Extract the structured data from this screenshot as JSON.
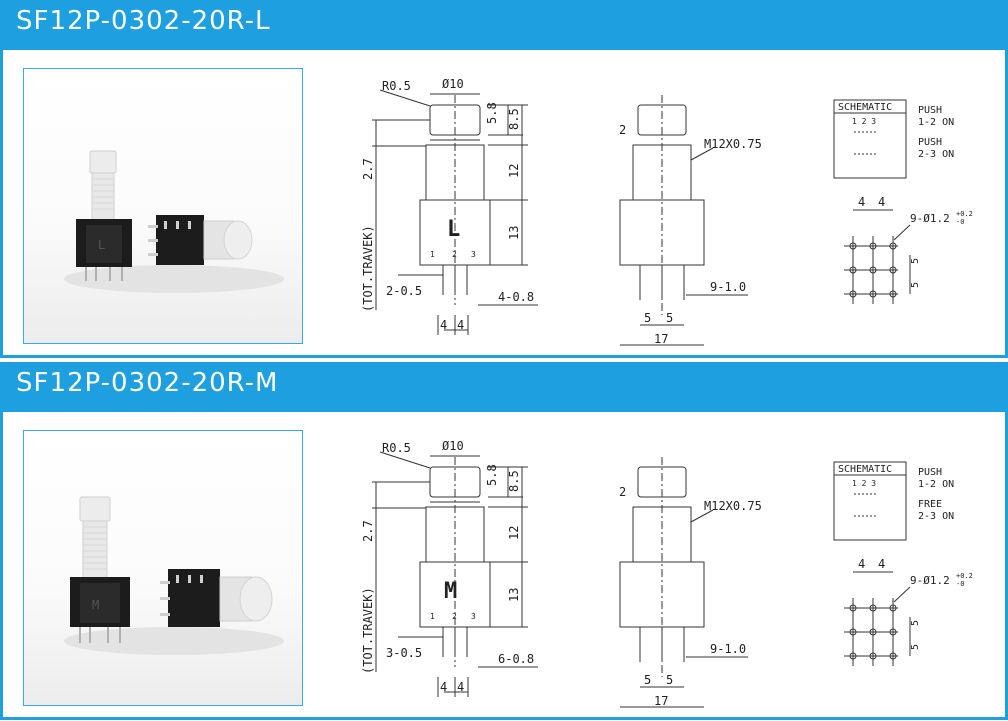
{
  "sections": [
    {
      "title": "SF12P-0302-20R-L",
      "letter": "L",
      "photo_letter": "L",
      "dims": {
        "r": "R0.5",
        "d10": "Ø10",
        "h58": "5.8",
        "h85": "8.5",
        "h12": "12",
        "h13": "13",
        "h27": "2.7",
        "travel": "(TOT.TRAVEK)",
        "pin_w": "2-0.5",
        "pin_t": "4-0.8",
        "pitch1": "4",
        "pitch2": "4",
        "thread": "M12X0.75",
        "two": "2",
        "pin_side": "9-1.0",
        "s5a": "5",
        "s5b": "5",
        "w17": "17",
        "hole": "9-Ø1.2",
        "tol": "+0.2",
        "tol0": "-0",
        "hp1": "4",
        "hp2": "4",
        "v5a": "5",
        "v5b": "5",
        "pin1": "1",
        "pin2": "2",
        "pin3": "3"
      },
      "schematic": {
        "title": "SCHEMATIC",
        "nums": "1  2  3",
        "push1": "PUSH",
        "state1": "1-2 ON",
        "push2": "PUSH",
        "state2": "2-3 ON"
      }
    },
    {
      "title": "SF12P-0302-20R-M",
      "letter": "M",
      "photo_letter": "M",
      "dims": {
        "r": "R0.5",
        "d10": "Ø10",
        "h58": "5.8",
        "h85": "8.5",
        "h12": "12",
        "h13": "13",
        "h27": "2.7",
        "travel": "(TOT.TRAVEK)",
        "pin_w": "3-0.5",
        "pin_t": "6-0.8",
        "pitch1": "4",
        "pitch2": "4",
        "thread": "M12X0.75",
        "two": "2",
        "pin_side": "9-1.0",
        "s5a": "5",
        "s5b": "5",
        "w17": "17",
        "hole": "9-Ø1.2",
        "tol": "+0.2",
        "tol0": "-0",
        "hp1": "4",
        "hp2": "4",
        "v5a": "5",
        "v5b": "5",
        "pin1": "1",
        "pin2": "2",
        "pin3": "3"
      },
      "schematic": {
        "title": "SCHEMATIC",
        "nums": "1  2  3",
        "push1": "PUSH",
        "state1": "1-2 ON",
        "push2": "FREE",
        "state2": "2-3 ON"
      }
    }
  ],
  "colors": {
    "banner": "#1e9fe0",
    "photo_border": "#39a9e6",
    "line": "#333333"
  }
}
